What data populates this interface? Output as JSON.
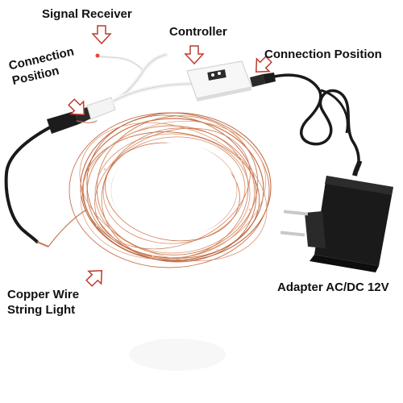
{
  "labels": {
    "signal_receiver": "Signal Receiver",
    "controller": "Controller",
    "connection_position_right": "Connection Position",
    "connection_position_left_line1": "Connection",
    "connection_position_left_line2": "Position",
    "copper_wire_line1": "Copper Wire",
    "copper_wire_line2": "String Light",
    "adapter": "Adapter AC/DC 12V"
  },
  "icons": {
    "pointer": "hollow-arrow-icon",
    "plug": "power-adapter"
  },
  "colors": {
    "copper": "#c8744c",
    "copper_light": "#e3a582",
    "cable_black": "#1a1a1a",
    "cable_white": "#f2f2f2",
    "arrow_outline": "#c0392b"
  }
}
